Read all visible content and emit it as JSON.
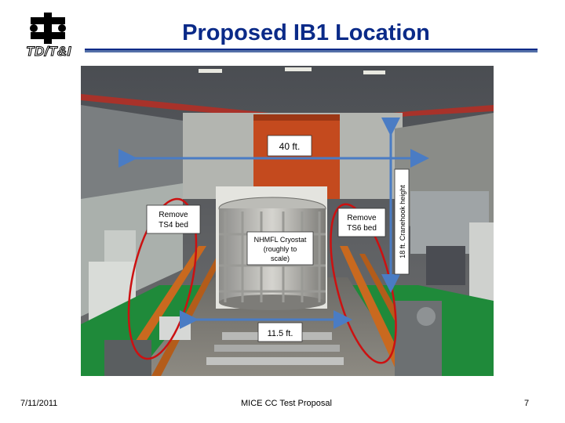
{
  "slide": {
    "title": "Proposed IB1 Location",
    "logo_text": "TD/T&I"
  },
  "photo_annotations": {
    "width_label": "40 ft.",
    "height_label": "18 ft. Cranehook height",
    "remove_left": "Remove TS4 bed",
    "remove_right": "Remove TS6 bed",
    "cryostat_label": "NHMFL Cryostat (roughly to scale)",
    "cryostat_width_label": "11.5 ft."
  },
  "footer": {
    "date": "7/11/2011",
    "center": "MICE CC Test Proposal",
    "page": "7"
  },
  "colors": {
    "title": "#0a2a88",
    "rule": "#5470a8",
    "arrow": "#4a7cc4",
    "ellipse": "#cc1111",
    "floor": "#1f8a3a",
    "door": "#c44a1e"
  }
}
